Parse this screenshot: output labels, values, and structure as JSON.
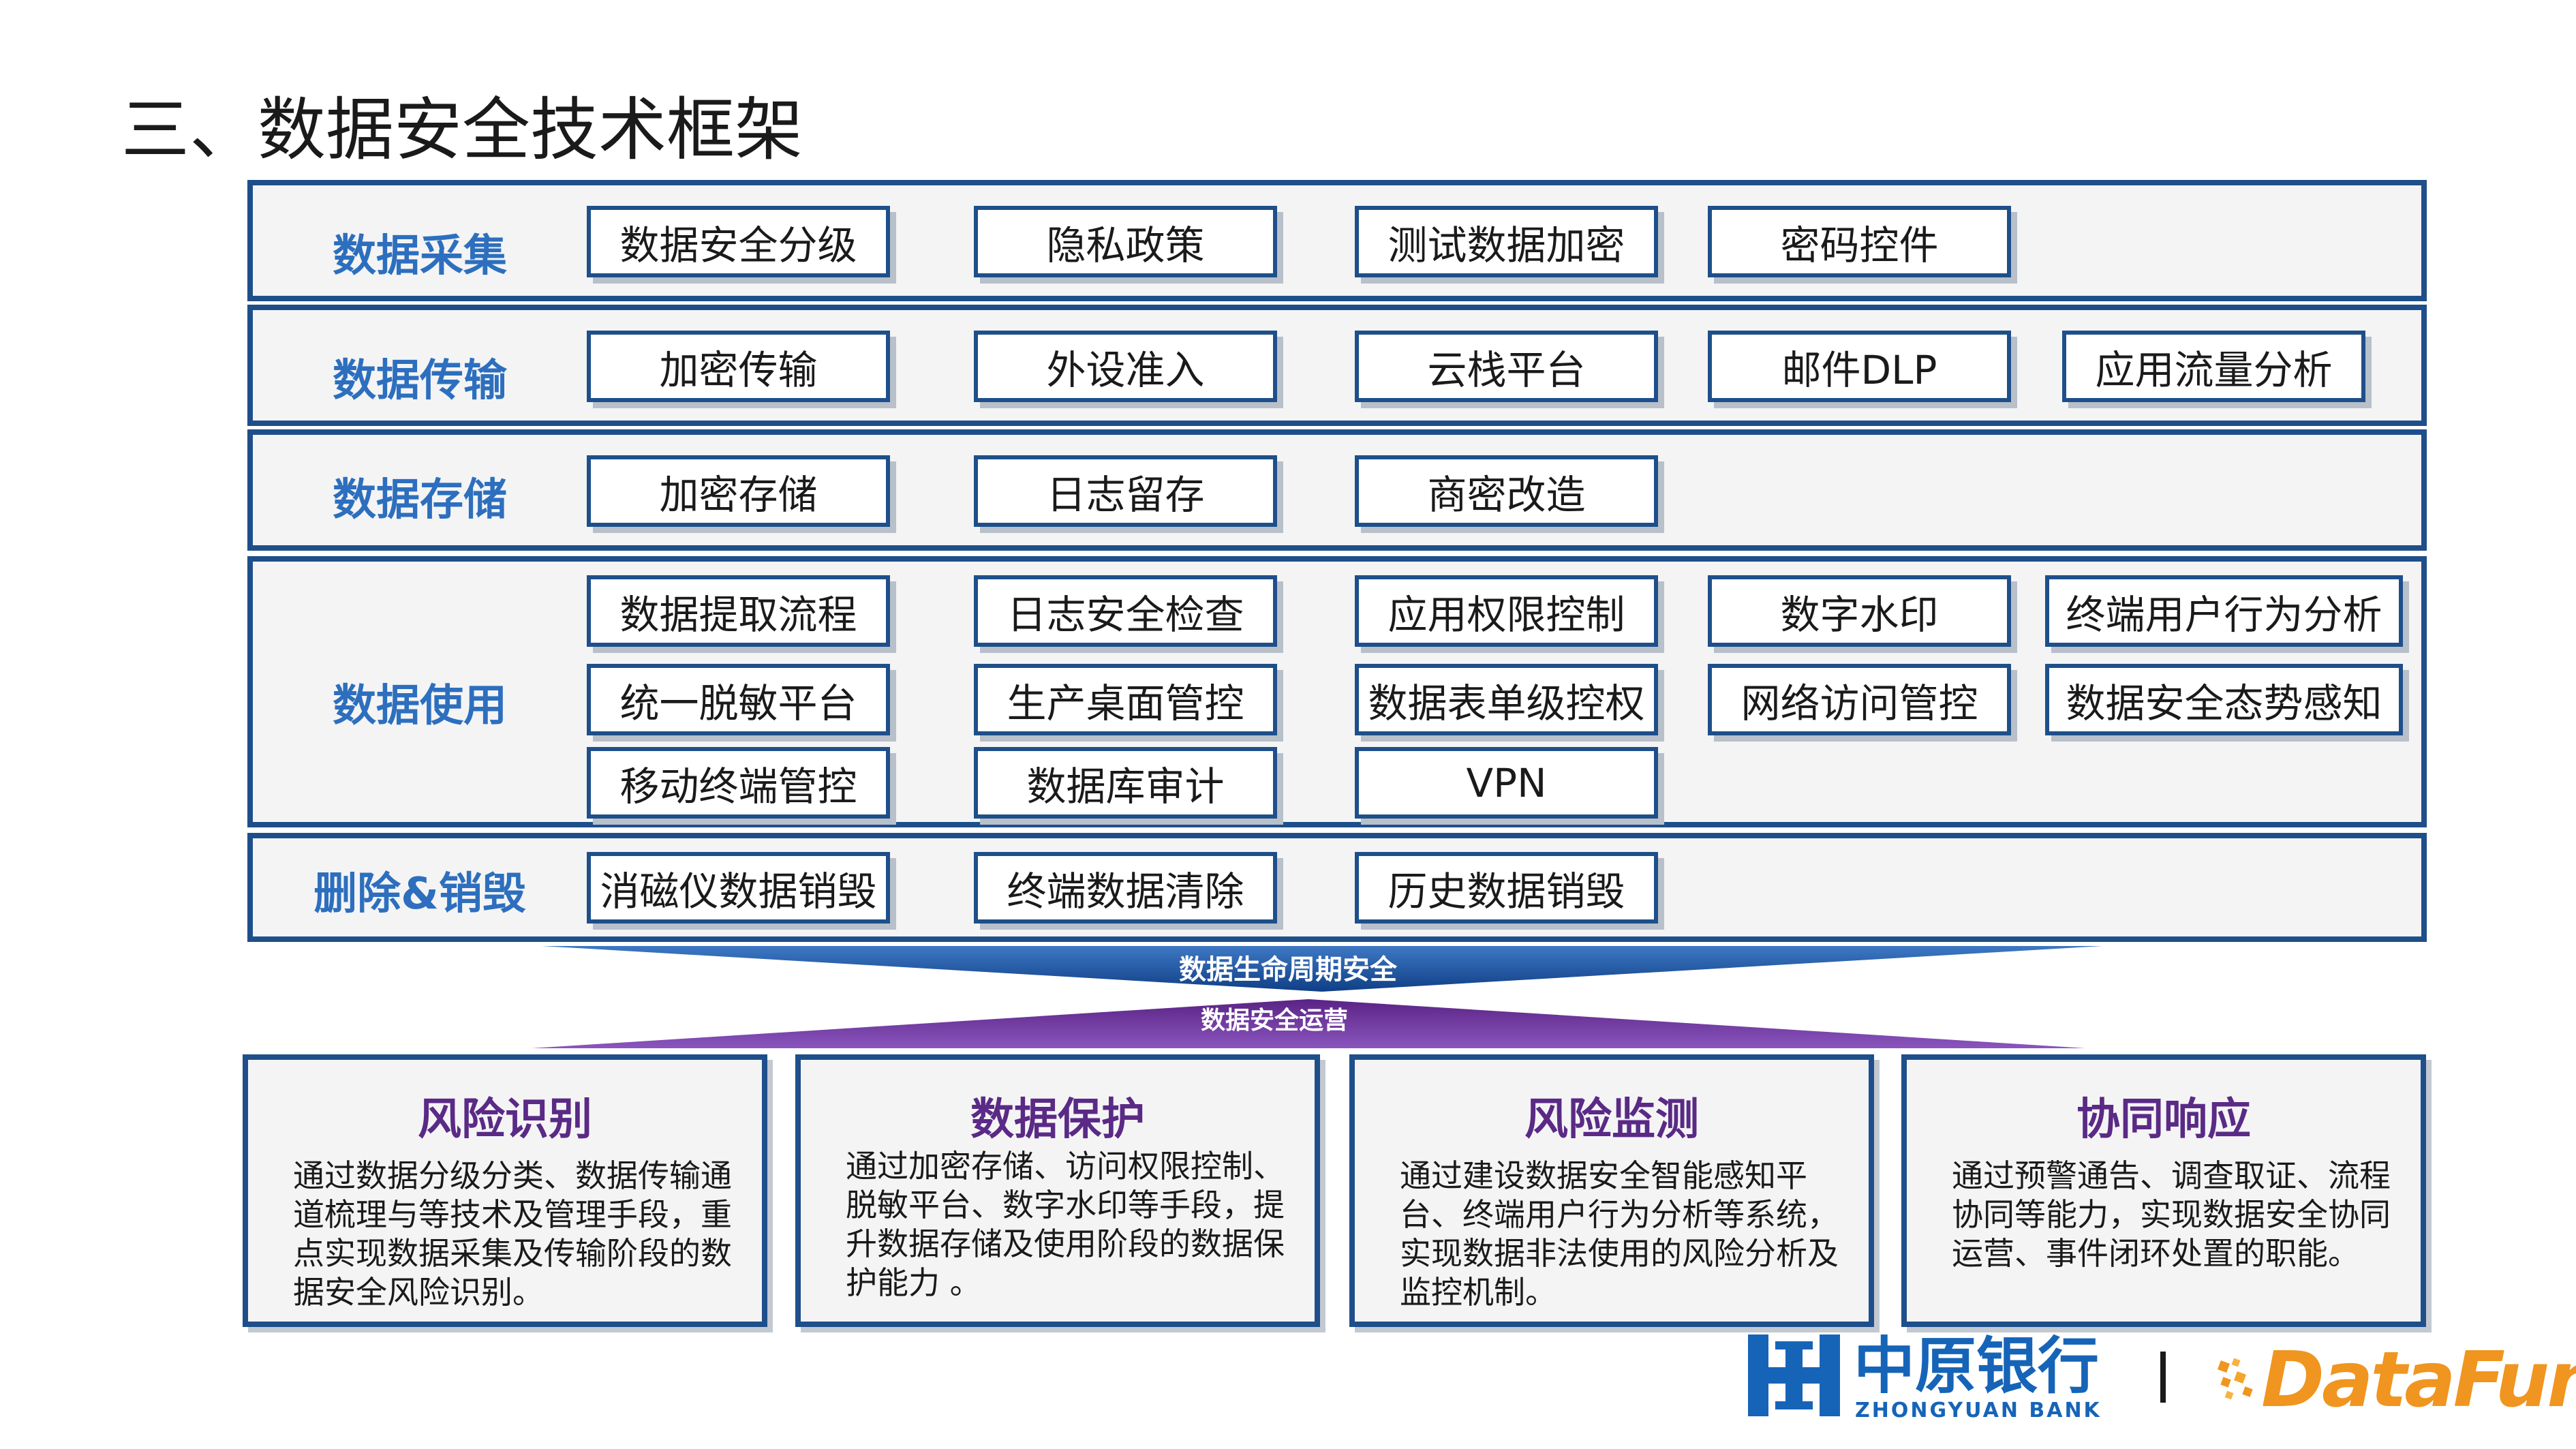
{
  "title": "三、数据安全技术框架",
  "rows": [
    {
      "label": "数据采集",
      "items": [
        "数据安全分级",
        "隐私政策",
        "测试数据加密",
        "密码控件"
      ]
    },
    {
      "label": "数据传输",
      "items": [
        "加密传输",
        "外设准入",
        "云栈平台",
        "邮件DLP",
        "应用流量分析"
      ]
    },
    {
      "label": "数据存储",
      "items": [
        "加密存储",
        "日志留存",
        "商密改造"
      ]
    },
    {
      "label": "数据使用",
      "items": [
        "数据提取流程",
        "日志安全检查",
        "应用权限控制",
        "数字水印",
        "终端用户行为分析",
        "统一脱敏平台",
        "生产桌面管控",
        "数据表单级控权",
        "网络访问管控",
        "数据安全态势感知",
        "移动终端管控",
        "数据库审计",
        "VPN"
      ]
    },
    {
      "label": "删除&销毁",
      "items": [
        "消磁仪数据销毁",
        "终端数据清除",
        "历史数据销毁"
      ]
    }
  ],
  "banners": {
    "lifecycle": "数据生命周期安全",
    "operations": "数据安全运营"
  },
  "cards": [
    {
      "title": "风险识别",
      "body": "通过数据分级分类、数据传输通道梳理与等技术及管理手段，重点实现数据采集及传输阶段的数据安全风险识别。"
    },
    {
      "title": "数据保护",
      "body": "通过加密存储、访问权限控制、脱敏平台、数字水印等手段，提升数据存储及使用阶段的数据保护能力 。"
    },
    {
      "title": "风险监测",
      "body": "通过建设数据安全智能感知平台、终端用户行为分析等系统，实现数据非法使用的风险分析及监控机制。"
    },
    {
      "title": "协同响应",
      "body": "通过预警通告、调查取证、流程协同等能力，实现数据安全协同运营、事件闭环处置的职能。"
    }
  ],
  "footer": {
    "bank_name": "中原银行",
    "bank_sub": "ZHONGYUAN BANK",
    "partner": "DataFun."
  },
  "colors": {
    "border": "#1e4f8a",
    "row_label": "#2d6fbe",
    "card_title": "#5a2a86",
    "banner_blue": "#0f3f86",
    "banner_purple": "#6a2c9a",
    "bank_blue": "#1664b8",
    "datafun_orange": "#f0951f"
  }
}
